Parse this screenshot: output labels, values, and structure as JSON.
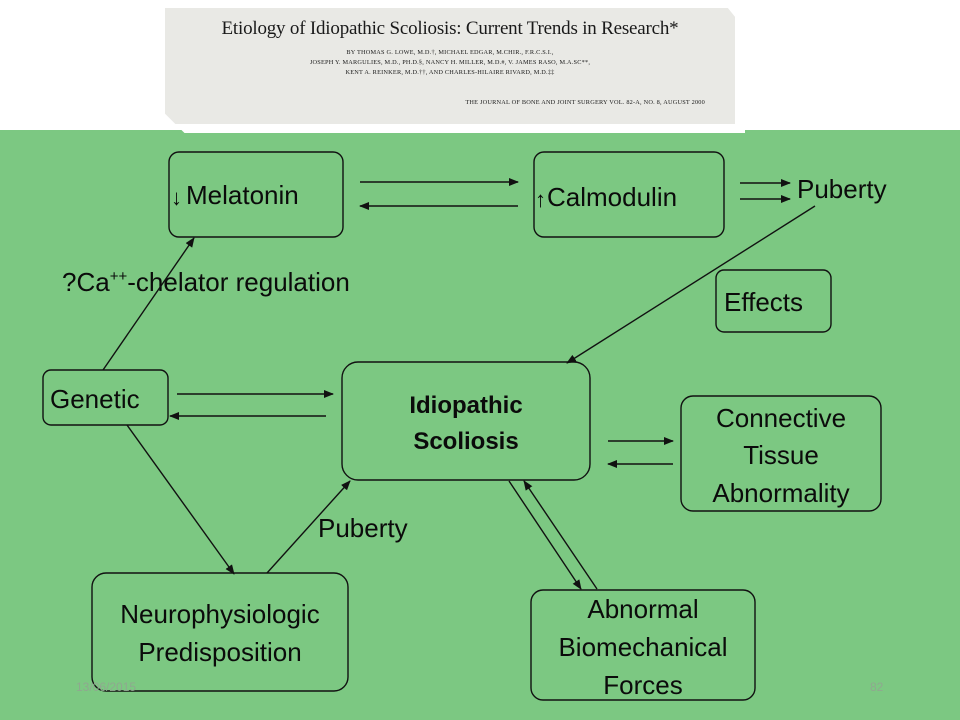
{
  "paper_header": {
    "title": "Etiology of Idiopathic Scoliosis: Current Trends in Research*",
    "authors": [
      "BY THOMAS G. LOWE, M.D.†, MICHAEL EDGAR, M.CHIR., F.R.C.S.I.,",
      "JOSEPH Y. MARGULIES, M.D., PH.D.§, NANCY H. MILLER, M.D.#, V. JAMES RASO, M.A.SC**,",
      "KENT A. REINKER, M.D.††, AND CHARLES-HILAIRE RIVARD, M.D.‡‡"
    ],
    "journal": "THE JOURNAL OF BONE AND JOINT SURGERY   VOL. 82-A, NO. 8, AUGUST 2000"
  },
  "diagram": {
    "nodes": {
      "melatonin": {
        "arrow": "↓",
        "label": "Melatonin"
      },
      "calmodulin": {
        "arrow": "↑",
        "label": "Calmodulin"
      },
      "effects": {
        "label": "Effects"
      },
      "genetic": {
        "label": "Genetic"
      },
      "idiopathic_scoliosis": {
        "lines": [
          "Idiopathic",
          "Scoliosis"
        ]
      },
      "connective_tissue": {
        "lines": [
          "Connective",
          "Tissue",
          "Abnormality"
        ]
      },
      "neurophysiologic": {
        "lines": [
          "Neurophysiologic",
          "Predisposition"
        ]
      },
      "biomechanical": {
        "lines": [
          "Abnormal",
          "Biomechanical",
          "Forces"
        ]
      }
    },
    "labels": {
      "puberty_top": "Puberty",
      "puberty_bottom": "Puberty",
      "calcium_prefix": "?Ca",
      "calcium_sup": "++",
      "calcium_suffix": "-chelator regulation"
    },
    "colors": {
      "background": "#7cc882",
      "ink": "#111111"
    }
  },
  "footer": {
    "date": "13/06/2015",
    "page_number": "82"
  }
}
